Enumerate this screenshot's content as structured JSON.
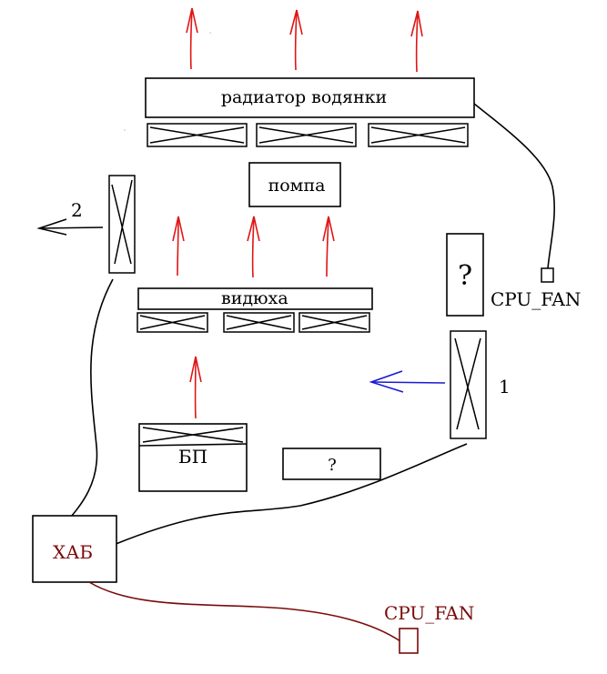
{
  "labels": {
    "radiator": "радиатор водянки",
    "pump": "помпа",
    "gpu": "видюха",
    "psu": "БП",
    "unknown_tall": "?",
    "unknown_wide": "?",
    "cpu_fan_top": "CPU_FAN",
    "hub": "ХАБ",
    "cpu_fan_bottom": "CPU_FAN",
    "fan_1": "1",
    "fan_2": "2"
  },
  "colors": {
    "airflow_red": "#e01515",
    "airflow_blue": "#1a1ad6",
    "hub_dark_red": "#7a0a0a",
    "line_black": "#000000"
  }
}
